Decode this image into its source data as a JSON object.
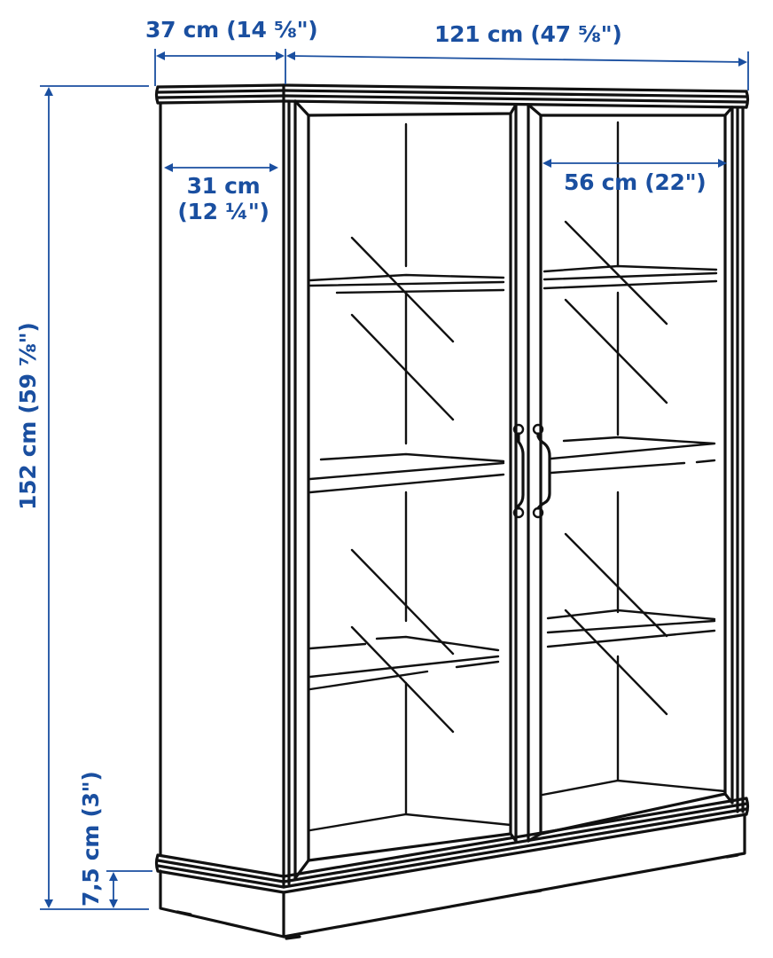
{
  "diagram": {
    "subject": "Two-door glass-door cabinet with base",
    "colors": {
      "line_art": "#111111",
      "dimension": "#1a4fa0",
      "background": "#ffffff"
    },
    "dimensions": {
      "depth_outer": {
        "metric": "37 cm",
        "imperial": "(14 ⅝\")",
        "text": "37 cm (14 ⅝\")"
      },
      "width_outer": {
        "metric": "121 cm",
        "imperial": "(47 ⅝\")",
        "text": "121 cm (47 ⅝\")"
      },
      "depth_inner": {
        "metric": "31 cm",
        "imperial": "(12 ¼\")"
      },
      "shelf_width": {
        "metric": "56 cm",
        "imperial": "(22\")",
        "text": "56 cm (22\")"
      },
      "height_total": {
        "metric": "152 cm",
        "imperial": "(59 ⅞\")",
        "text": "152 cm (59 ⅞\")"
      },
      "base_height": {
        "metric": "7,5 cm",
        "imperial": "(3\")",
        "text": "7,5 cm (3\")"
      }
    }
  }
}
